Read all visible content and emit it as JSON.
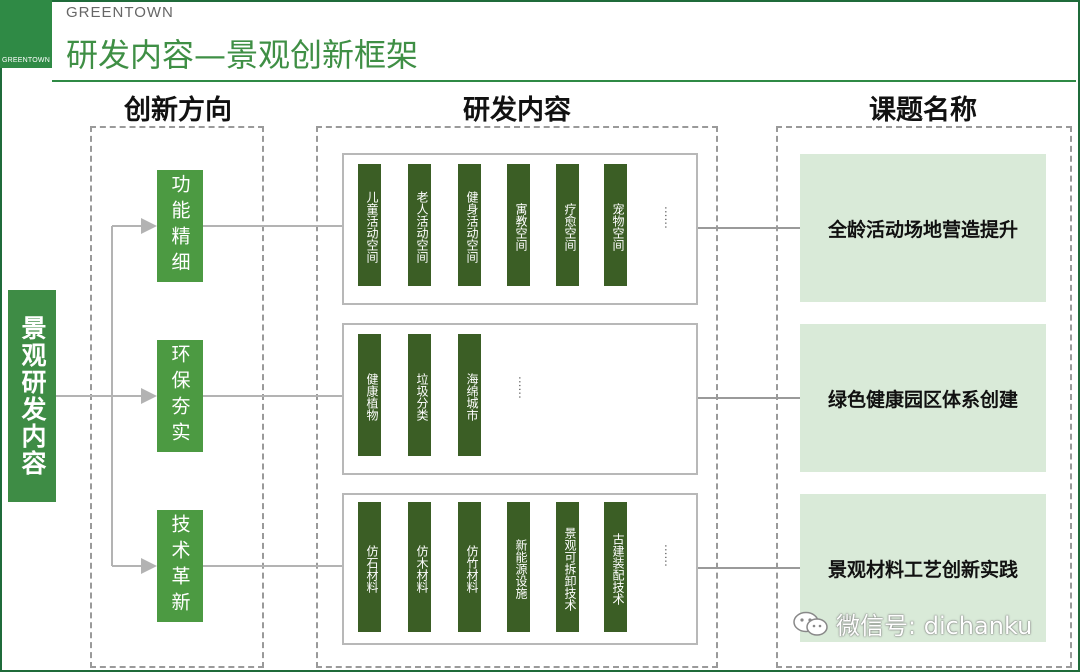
{
  "header": {
    "brand": "GREENTOWN",
    "logo_text": "GREENTOWN",
    "title": "研发内容—景观创新框架"
  },
  "columns": {
    "direction": "创新方向",
    "content": "研发内容",
    "topic": "课题名称"
  },
  "root_label": "景观研发内容",
  "rows": [
    {
      "direction": "功能精细",
      "items": [
        "儿童活动空间",
        "老人活动空间",
        "健身活动空间",
        "寓教空间",
        "疗愈空间",
        "宠物空间"
      ],
      "more": "......",
      "topic": "全龄活动场地营造提升"
    },
    {
      "direction": "环保夯实",
      "items": [
        "健康植物",
        "垃圾分类",
        "海绵城市"
      ],
      "more": "......",
      "topic": "绿色健康园区体系创建"
    },
    {
      "direction": "技术革新",
      "items": [
        "仿石材料",
        "仿木材料",
        "仿竹材料",
        "新能源设施",
        "景观可拆卸技术",
        "古建装配技术"
      ],
      "more": "......",
      "topic": "景观材料工艺创新实践"
    }
  ],
  "watermark": "微信号: dichanku",
  "colors": {
    "brand_green": "#2f8a45",
    "root_green": "#3e8c45",
    "direction_green": "#4c9a42",
    "item_green": "#3b5e25",
    "topic_bg": "#d9ead8"
  }
}
